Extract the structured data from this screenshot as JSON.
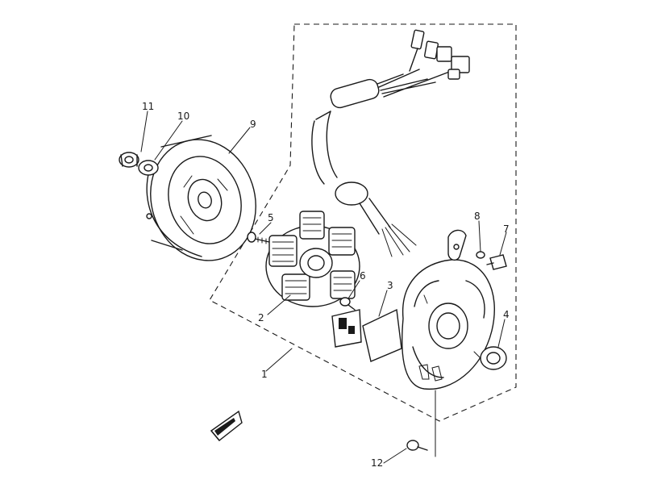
{
  "diagram": {
    "parts": [
      {
        "id": "p1",
        "label": "1"
      },
      {
        "id": "p2",
        "label": "2"
      },
      {
        "id": "p3",
        "label": "3"
      },
      {
        "id": "p4",
        "label": "4"
      },
      {
        "id": "p5",
        "label": "5"
      },
      {
        "id": "p6",
        "label": "6"
      },
      {
        "id": "p7",
        "label": "7"
      },
      {
        "id": "p8",
        "label": "8"
      },
      {
        "id": "p9",
        "label": "9"
      },
      {
        "id": "p10",
        "label": "10"
      },
      {
        "id": "p11",
        "label": "11"
      },
      {
        "id": "p12",
        "label": "12"
      }
    ]
  }
}
